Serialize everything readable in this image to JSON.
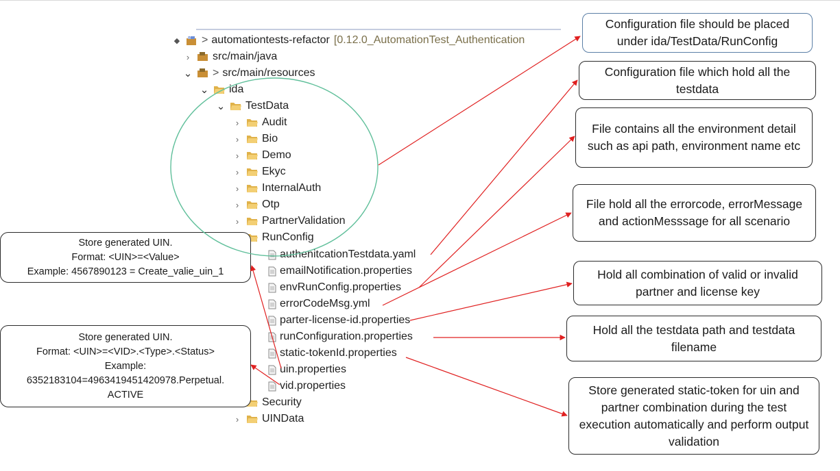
{
  "project": {
    "name": "automationtests-refactor",
    "branch_tag": "[0.12.0_AutomationTest_Authentication"
  },
  "tree": {
    "src_main_java": "src/main/java",
    "src_main_resources": "src/main/resources",
    "ida": "ida",
    "testdata": "TestData",
    "folders": [
      "Audit",
      "Bio",
      "Demo",
      "Ekyc",
      "InternalAuth",
      "Otp",
      "PartnerValidation"
    ],
    "runconfig": "RunConfig",
    "files": [
      "authenitcationTestdata.yaml",
      "emailNotification.properties",
      "envRunConfig.properties",
      "errorCodeMsg.yml",
      "parter-license-id.properties",
      "runConfiguration.properties",
      "static-tokenId.properties",
      "uin.properties",
      "vid.properties"
    ],
    "security": "Security",
    "uindata": "UINData"
  },
  "callouts": [
    "Configuration file should be placed under ida/TestData/RunConfig",
    "Configuration file which hold all the testdata",
    "File contains all the environment detail such as api path, environment name etc",
    "File hold all the errorcode, errorMessage and actionMesssage for all scenario",
    "Hold all combination of valid or invalid partner and license key",
    "Hold all the testdata path and testdata filename",
    "Store generated static-token for uin and partner combination during the test execution automatically and perform output validation"
  ],
  "notes": {
    "uin": "Store generated UIN.\nFormat: <UIN>=<Value>\nExample: 4567890123 = Create_valie_uin_1",
    "vid": "Store generated UIN.\nFormat: <UIN>=<VID>.<Type>.<Status>\nExample:\n6352183104=4963419451420978.Perpetual.\nACTIVE"
  },
  "colors": {
    "arrow": "#e02020",
    "circle": "#5fbf9a",
    "folder": "#e0b24a",
    "package": "#b5893a"
  }
}
